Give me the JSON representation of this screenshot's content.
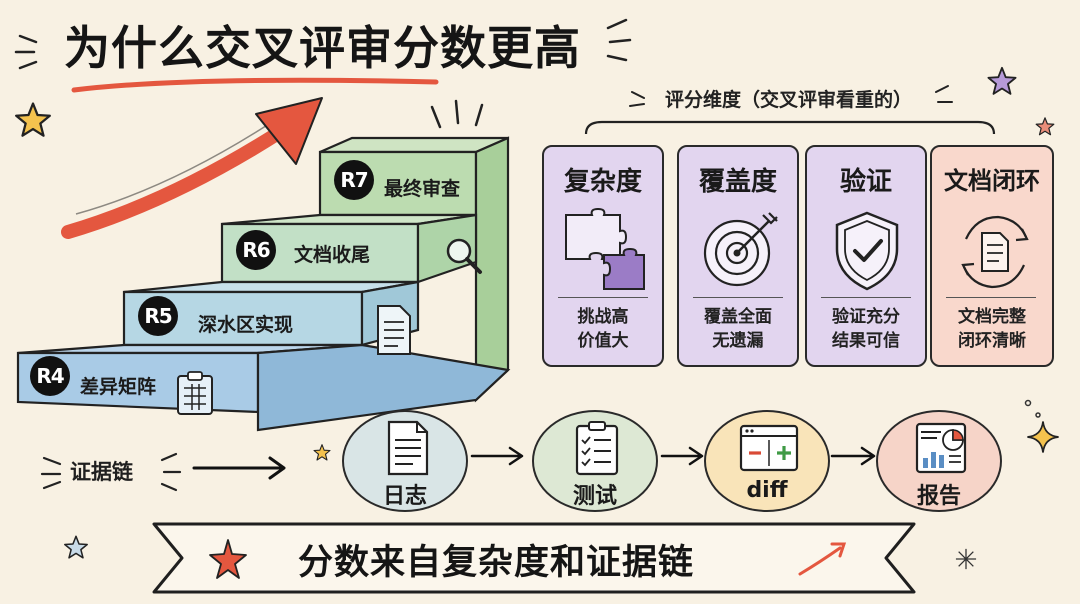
{
  "title": "为什么交叉评审分数更高",
  "steps": [
    {
      "badge": "R4",
      "label": "差异矩阵"
    },
    {
      "badge": "R5",
      "label": "深水区实现"
    },
    {
      "badge": "R6",
      "label": "文档收尾"
    },
    {
      "badge": "R7",
      "label": "最终审查"
    }
  ],
  "dimensions": {
    "title": "评分维度（交叉评审看重的）",
    "cards": [
      {
        "title": "复杂度",
        "line1": "挑战高",
        "line2": "价值大",
        "color": "#e2d5ef",
        "icon": "puzzle-icon"
      },
      {
        "title": "覆盖度",
        "line1": "覆盖全面",
        "line2": "无遗漏",
        "color": "#e2d5ef",
        "icon": "target-icon"
      },
      {
        "title": "验证",
        "line1": "验证充分",
        "line2": "结果可信",
        "color": "#e2d5ef",
        "icon": "shield-check-icon"
      },
      {
        "title": "文档闭环",
        "line1": "文档完整",
        "line2": "闭环清晰",
        "color": "#f9d8cc",
        "icon": "document-cycle-icon"
      }
    ]
  },
  "chain": {
    "label": "证据链",
    "nodes": [
      {
        "label": "日志",
        "color": "#d9e5e6",
        "icon": "log-document-icon"
      },
      {
        "label": "测试",
        "color": "#dde8d4",
        "icon": "checklist-icon"
      },
      {
        "label": "diff",
        "color": "#f9e4b9",
        "icon": "diff-window-icon"
      },
      {
        "label": "报告",
        "color": "#f6d4c8",
        "icon": "report-chart-icon"
      }
    ]
  },
  "banner": "分数来自复杂度和证据链"
}
